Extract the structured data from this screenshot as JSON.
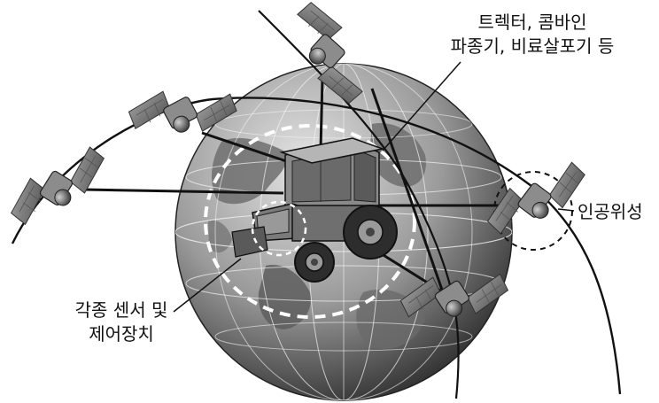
{
  "labels": {
    "tractor": {
      "line1": "트렉터, 콤바인",
      "line2": "파종기, 비료살포기 등"
    },
    "satellite": "인공위성",
    "sensor": {
      "line1": "각종 센서 및",
      "line2": "제어장치"
    }
  },
  "colors": {
    "globe_dark": "#2f2f2f",
    "globe_light": "#d9d9d9",
    "land": "#6e6e6e",
    "satellite_panel": "#8a8a8a",
    "line": "#111111",
    "dashed_ring": "#ffffff"
  },
  "icons": [
    "globe-icon",
    "tractor-icon",
    "satellite-icon"
  ]
}
